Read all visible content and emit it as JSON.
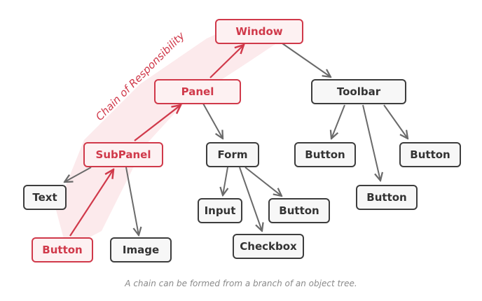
{
  "chain_label": "Chain of Responsibility",
  "caption": "A chain can be formed from a branch of an object tree.",
  "colors": {
    "chain": "#d0394a",
    "node_border": "#3d3d3d",
    "edge": "#6a6a6a",
    "highlight": "#fbe3e5"
  },
  "nodes": {
    "window": "Window",
    "panel": "Panel",
    "toolbar": "Toolbar",
    "subpanel": "SubPanel",
    "form": "Form",
    "toolbar_button_left": "Button",
    "toolbar_button_right": "Button",
    "toolbar_button_middle": "Button",
    "text": "Text",
    "image": "Image",
    "button": "Button",
    "input": "Input",
    "form_button": "Button",
    "checkbox": "Checkbox"
  }
}
